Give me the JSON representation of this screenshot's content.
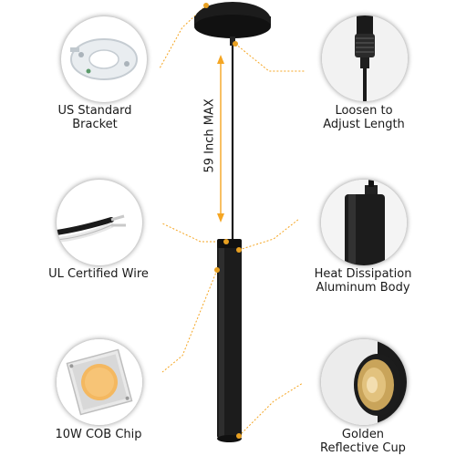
{
  "features": {
    "bracket": "US Standard\nBracket",
    "loosen": "Loosen to\nAdjust Length",
    "wire": "UL Certified Wire",
    "heat": "Heat Dissipation\nAluminum Body",
    "chip": "10W COB Chip",
    "cup": "Golden\nReflective Cup"
  },
  "dimension": "59 Inch MAX",
  "colors": {
    "accent": "#f5a623",
    "fixture": "#1c1c1c",
    "dot": "#e8a021"
  }
}
